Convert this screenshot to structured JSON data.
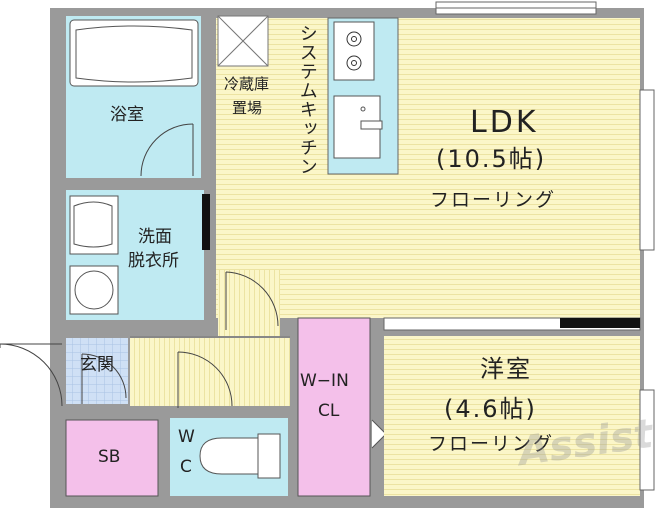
{
  "rooms": {
    "ldk": {
      "name": "LDK",
      "size": "(10.5帖)",
      "floor": "フローリング"
    },
    "western": {
      "name": "洋室",
      "size": "(4.6帖)",
      "floor": "フローリング"
    },
    "bath": "浴室",
    "washroom_line1": "洗面",
    "washroom_line2": "脱衣所",
    "entrance": "玄関",
    "shoebox": "SB",
    "wc_line1": "W",
    "wc_line2": "C",
    "closet_line1": "W−IN",
    "closet_line2": "CL",
    "fridge_line1": "冷蔵庫",
    "fridge_line2": "置場",
    "kitchen": "システムキッチン"
  },
  "watermark": "Assist",
  "colors": {
    "wall": "#8c8c8c",
    "flooring": "#fbf6c8",
    "wet": "#bfeaf2",
    "storage": "#f4c0ea",
    "entrance_tile": "#cfe0f5"
  }
}
